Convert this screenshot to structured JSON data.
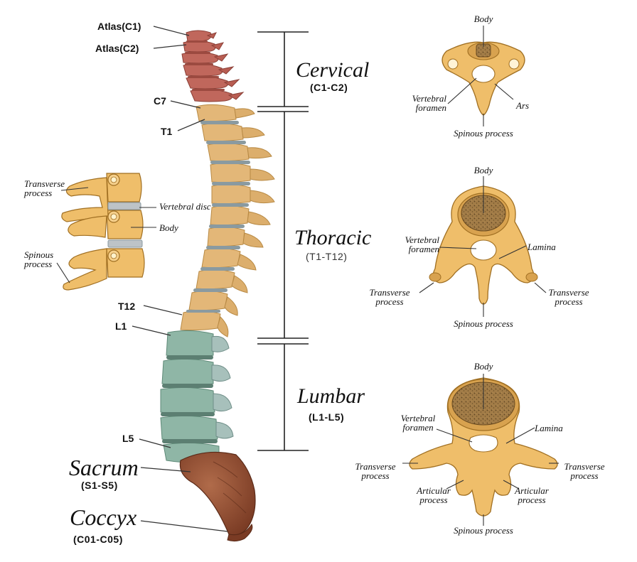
{
  "spine_labels": {
    "atlas_c1": "Atlas(C1)",
    "atlas_c2": "Atlas(C2)",
    "c7": "C7",
    "t1": "T1",
    "t12": "T12",
    "l1": "L1",
    "l5": "L5"
  },
  "regions": {
    "cervical": {
      "name": "Cervical",
      "range": "(C1-C2)"
    },
    "thoracic": {
      "name": "Thoracic",
      "range": "(T1-T12)"
    },
    "lumbar": {
      "name": "Lumbar",
      "range": "(L1-L5)"
    },
    "sacrum": {
      "name": "Sacrum",
      "range": "(S1-S5)"
    },
    "coccyx": {
      "name": "Coccyx",
      "range": "(C01-C05)"
    }
  },
  "side_view": {
    "transverse_process": "Transverse\nprocess",
    "vertebral_disc": "Vertebral disc",
    "body": "Body",
    "spinous_process": "Spinous\nprocess"
  },
  "cervical_vertebra": {
    "body": "Body",
    "vertebral_foramen": "Vertebral\nforamen",
    "ars": "Ars",
    "spinous_process": "Spinous process"
  },
  "thoracic_vertebra": {
    "body": "Body",
    "vertebral_foramen": "Vertebral\nforamen",
    "lamina": "Lamina",
    "transverse_process_left": "Transverse\nprocess",
    "transverse_process_right": "Transverse\nprocess",
    "spinous_process": "Spinous process"
  },
  "lumbar_vertebra": {
    "body": "Body",
    "vertebral_foramen": "Vertebral\nforamen",
    "lamina": "Lamina",
    "transverse_process_left": "Transverse\nprocess",
    "transverse_process_right": "Transverse\nprocess",
    "articular_process_left": "Articular\nprocess",
    "articular_process_right": "Articular\nprocess",
    "spinous_process": "Spinous process"
  },
  "colors": {
    "cervical": "#c0675c",
    "thoracic": "#e3b778",
    "lumbar": "#8fb6a6",
    "sacrum": "#8e4a33",
    "disc_gray": "#8a9aa0",
    "bone": "#efbe6a",
    "bone_outline": "#a06f22",
    "marrow": "#a07a45"
  }
}
